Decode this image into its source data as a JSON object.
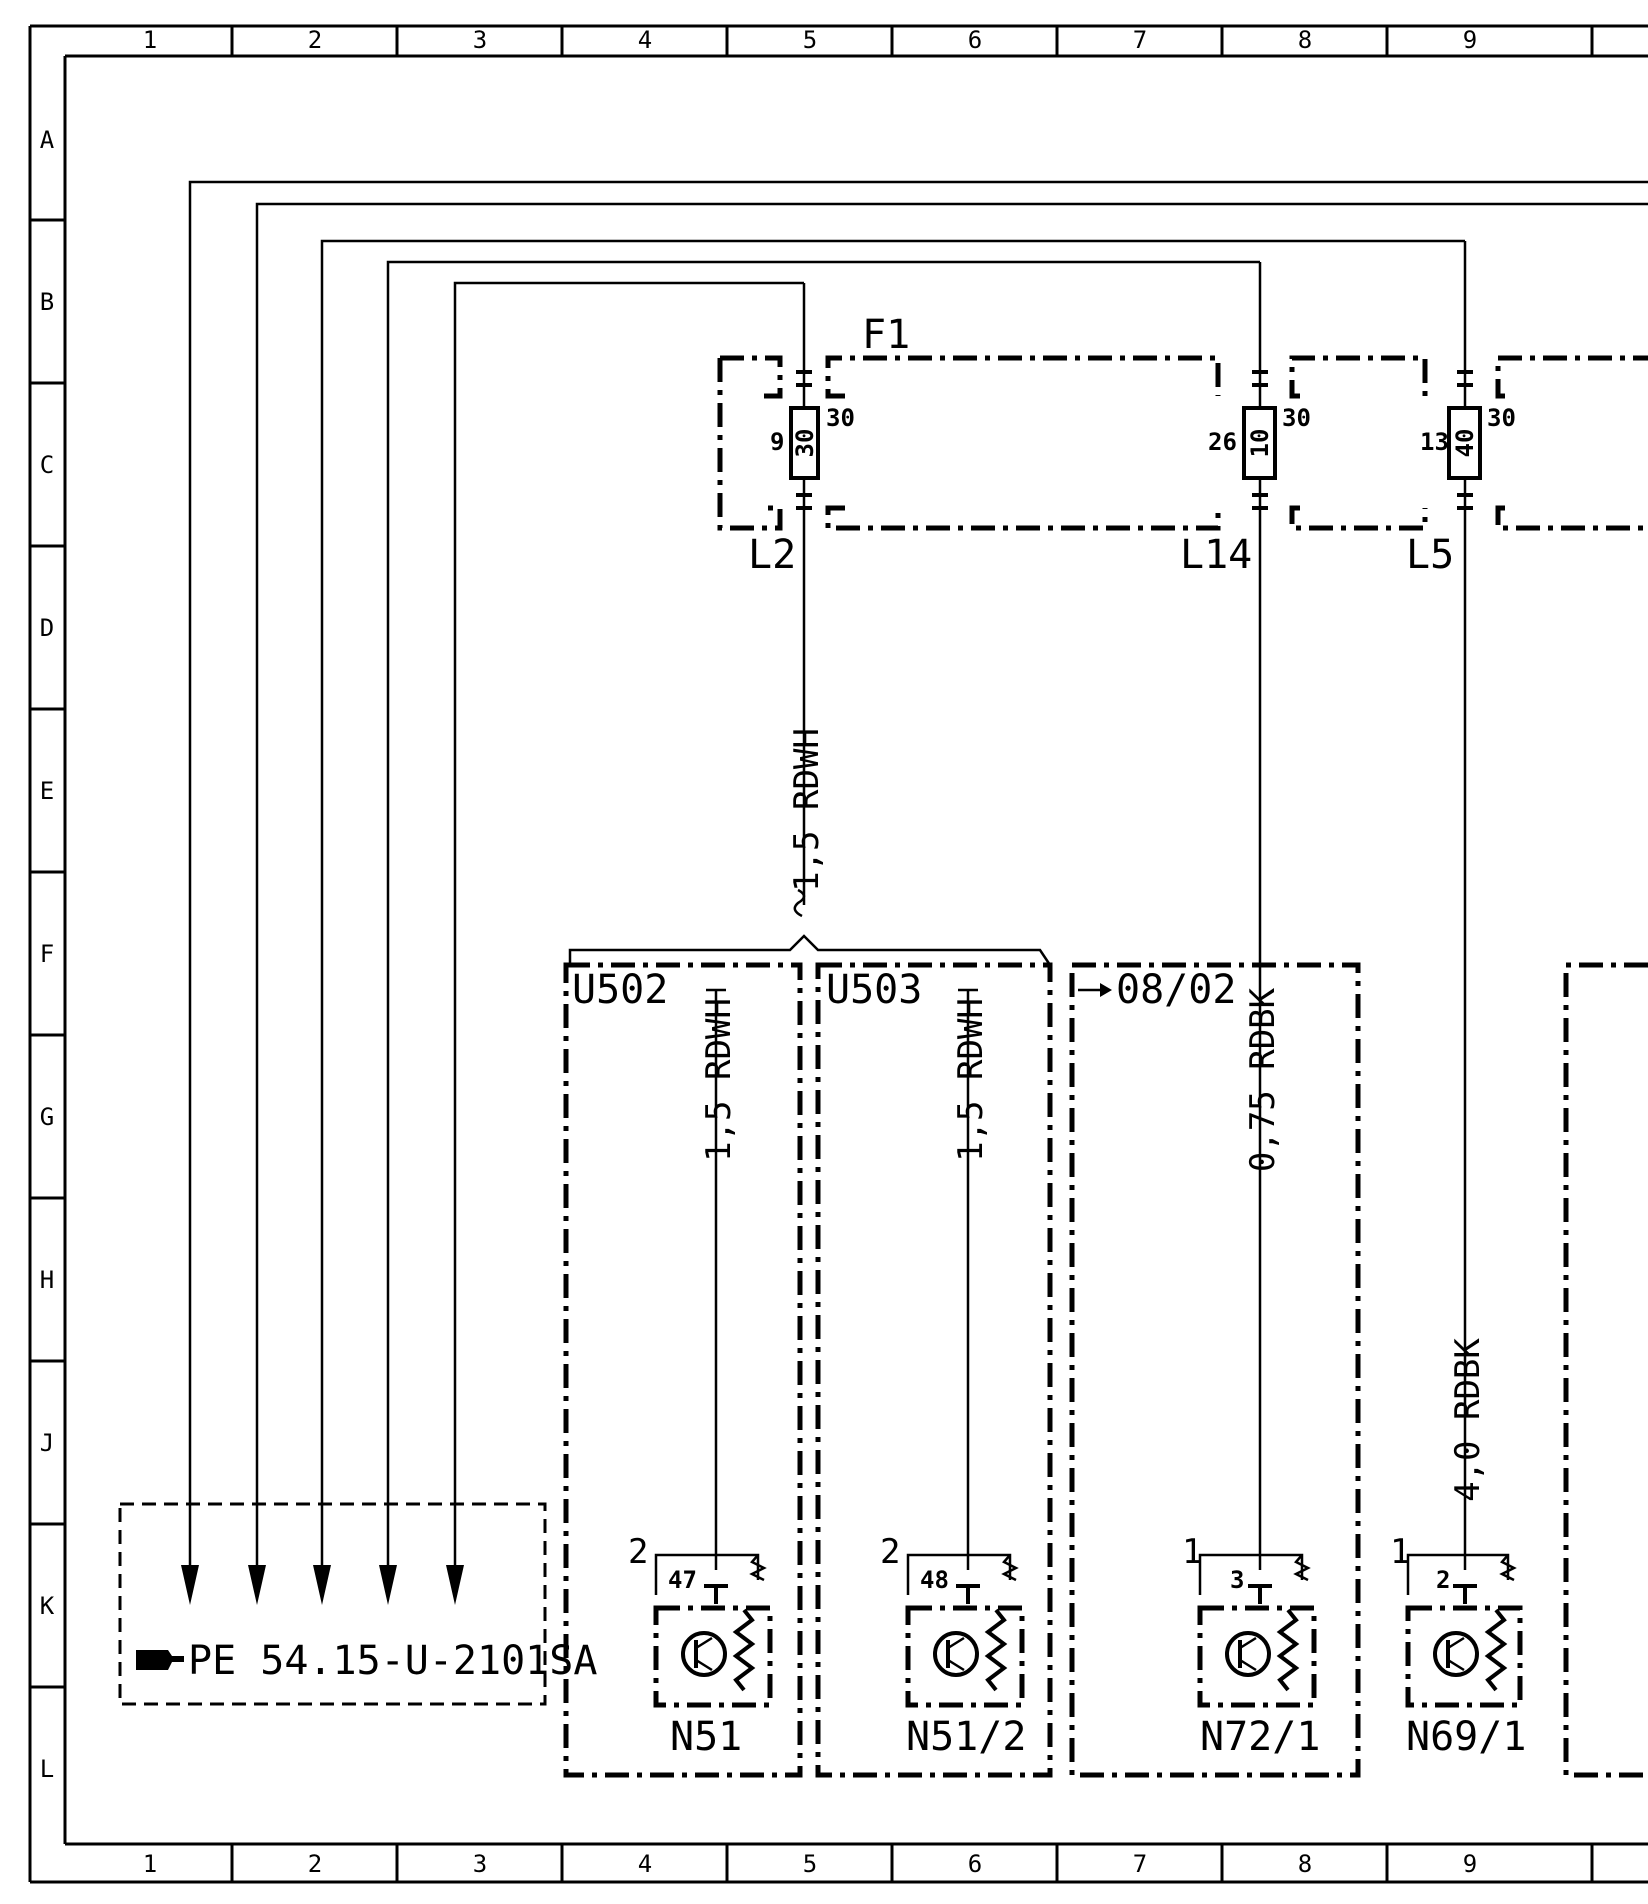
{
  "grid": {
    "columns": [
      "1",
      "2",
      "3",
      "4",
      "5",
      "6",
      "7",
      "8",
      "9"
    ],
    "rows": [
      "A",
      "B",
      "C",
      "D",
      "E",
      "F",
      "G",
      "H",
      "J",
      "K",
      "L"
    ]
  },
  "fuse_box": {
    "label": "F1",
    "fuses": [
      {
        "pos": "9",
        "rating": "30",
        "terminal": "30",
        "output": "L2"
      },
      {
        "pos": "26",
        "rating": "10",
        "terminal": "30",
        "output": "L14"
      },
      {
        "pos": "13",
        "rating": "40",
        "terminal": "30",
        "output": "L5"
      }
    ]
  },
  "wires": {
    "main": "1,5 RDWH",
    "u502": "1,5 RDWH",
    "u503": "1,5 RDWH",
    "n72": "0,75 RDBK",
    "n69": "4,0 RDBK"
  },
  "groups": {
    "u502": "U502",
    "u503": "U503",
    "ref0802": "08/02"
  },
  "reference": {
    "text": "PE 54.15-U-2101SA"
  },
  "components": [
    {
      "name": "N51",
      "pin": "2",
      "terminal": "47"
    },
    {
      "name": "N51/2",
      "pin": "2",
      "terminal": "48"
    },
    {
      "name": "N72/1",
      "pin": "1",
      "terminal": "3"
    },
    {
      "name": "N69/1",
      "pin": "1",
      "terminal": "2"
    }
  ]
}
